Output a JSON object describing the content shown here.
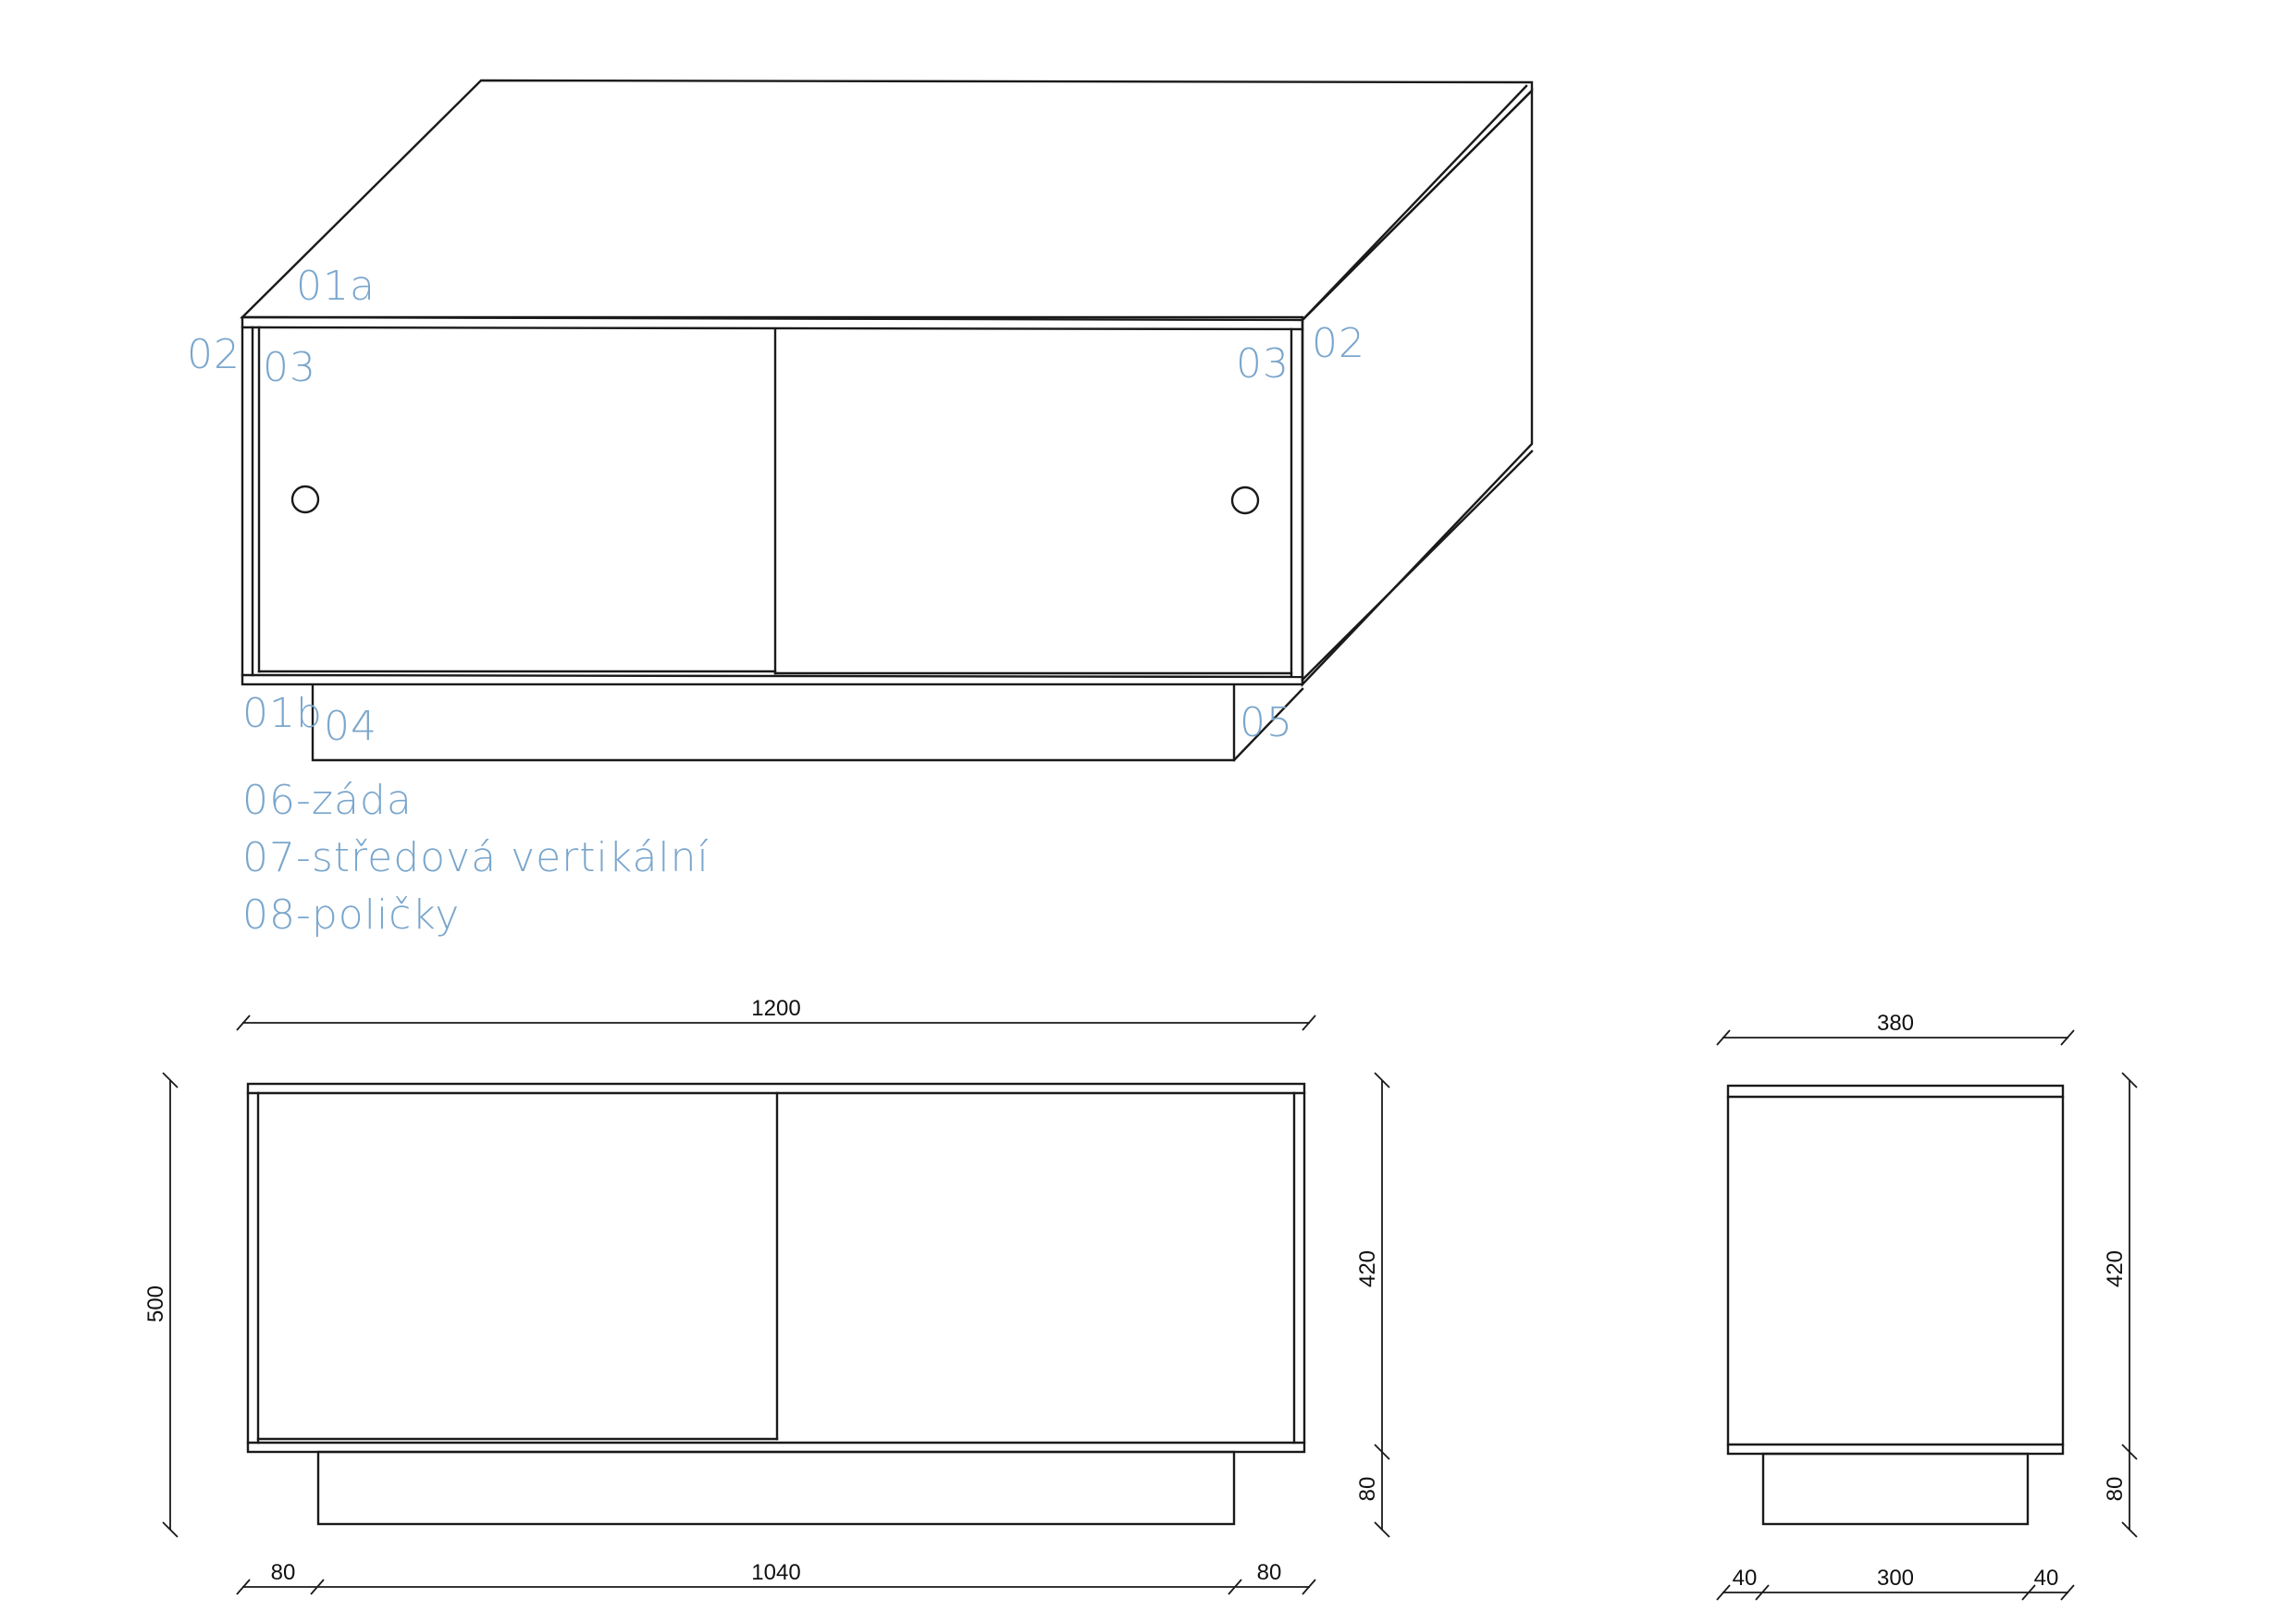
{
  "colors": {
    "line": "#1a1a1a",
    "label": "#7aa6cc",
    "dimension_text": "#111111",
    "background": "#ffffff"
  },
  "part_labels": {
    "top": "01a",
    "side_left": "02",
    "side_right": "02",
    "door_left": "03",
    "door_right": "03",
    "bottom": "01b",
    "plinth_front": "04",
    "plinth_side": "05"
  },
  "legend": [
    "06-záda",
    "07-středová vertikální",
    "08-poličky"
  ],
  "front_view": {
    "dim_width_total": "1200",
    "dim_height_total": "500",
    "dim_body_height": "420",
    "dim_plinth_height": "80",
    "dim_offset_left": "80",
    "dim_plinth_width": "1040",
    "dim_offset_right": "80"
  },
  "side_view": {
    "dim_depth_total": "380",
    "dim_body_height": "420",
    "dim_plinth_height": "80",
    "dim_offset_left": "40",
    "dim_plinth_depth": "300",
    "dim_offset_right": "40"
  }
}
